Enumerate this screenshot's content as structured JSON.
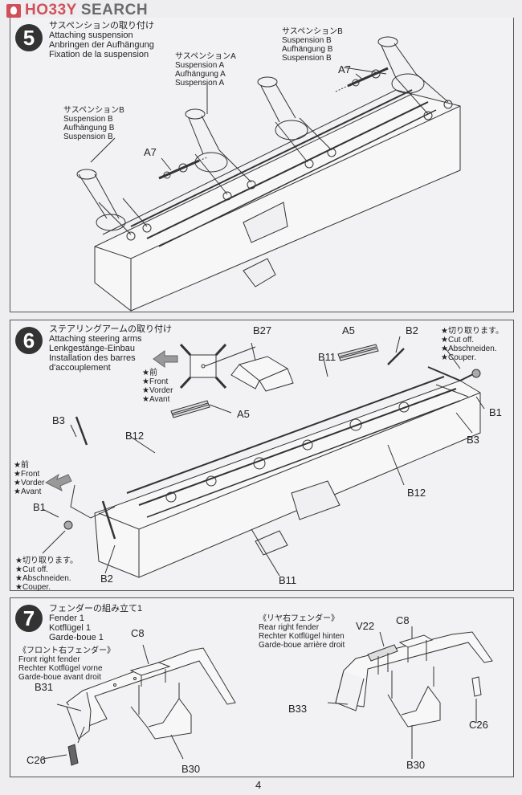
{
  "watermark": {
    "brand_part1": "HO33Y",
    "brand_part2": "SEARCH"
  },
  "steps": [
    {
      "number": "5",
      "title_jp": "サスペンションの取り付け",
      "title_en": "Attaching suspension",
      "title_de": "Anbringen der Aufhängung",
      "title_fr": "Fixation de la suspension",
      "callouts": [
        {
          "jp": "サスペンションB",
          "en": "Suspension B",
          "de": "Aufhängung B",
          "fr": "Suspension B"
        },
        {
          "jp": "サスペンションA",
          "en": "Suspension A",
          "de": "Aufhängung A",
          "fr": "Suspension A"
        },
        {
          "jp": "サスペンションB",
          "en": "Suspension B",
          "de": "Aufhängung B",
          "fr": "Suspension B"
        }
      ],
      "parts": [
        "A7",
        "A7"
      ]
    },
    {
      "number": "6",
      "title_jp": "ステアリングアームの取り付け",
      "title_en": "Attaching steering arms",
      "title_de": "Lenkgestänge-Einbau",
      "title_fr1": "Installation des barres",
      "title_fr2": "d'accouplement",
      "front_note": {
        "jp": "前",
        "en": "Front",
        "de": "Vorder",
        "fr": "Avant"
      },
      "cut_note": {
        "jp": "切り取ります。",
        "en": "Cut off.",
        "de": "Abschneiden.",
        "fr": "Couper."
      },
      "parts": {
        "b27": "B27",
        "a5_top": "A5",
        "a5_left": "A5",
        "b2_top": "B2",
        "b11_top": "B11",
        "b1_right": "B1",
        "b3_right": "B3",
        "b3_left": "B3",
        "b12_left": "B12",
        "b12_right": "B12",
        "b1_left": "B1",
        "b2_bottom": "B2",
        "b11_bottom": "B11"
      }
    },
    {
      "number": "7",
      "title_jp": "フェンダーの組み立て1",
      "title_en": "Fender 1",
      "title_de": "Kotflügel 1",
      "title_fr": "Garde-boue 1",
      "front_fender": {
        "jp": "《フロント右フェンダー》",
        "en": "Front right fender",
        "de": "Rechter Kotflügel vorne",
        "fr": "Garde-boue avant droit"
      },
      "rear_fender": {
        "jp": "《リヤ右フェンダー》",
        "en": "Rear right fender",
        "de": "Rechter Kotflügel hinten",
        "fr": "Garde-boue arrière droit"
      },
      "parts": {
        "c8_left": "C8",
        "b31": "B31",
        "c26_left": "C26",
        "b30_left": "B30",
        "v22": "V22",
        "c8_right": "C8",
        "b33": "B33",
        "c26_right": "C26",
        "b30_right": "B30"
      }
    }
  ],
  "page_number": "4"
}
